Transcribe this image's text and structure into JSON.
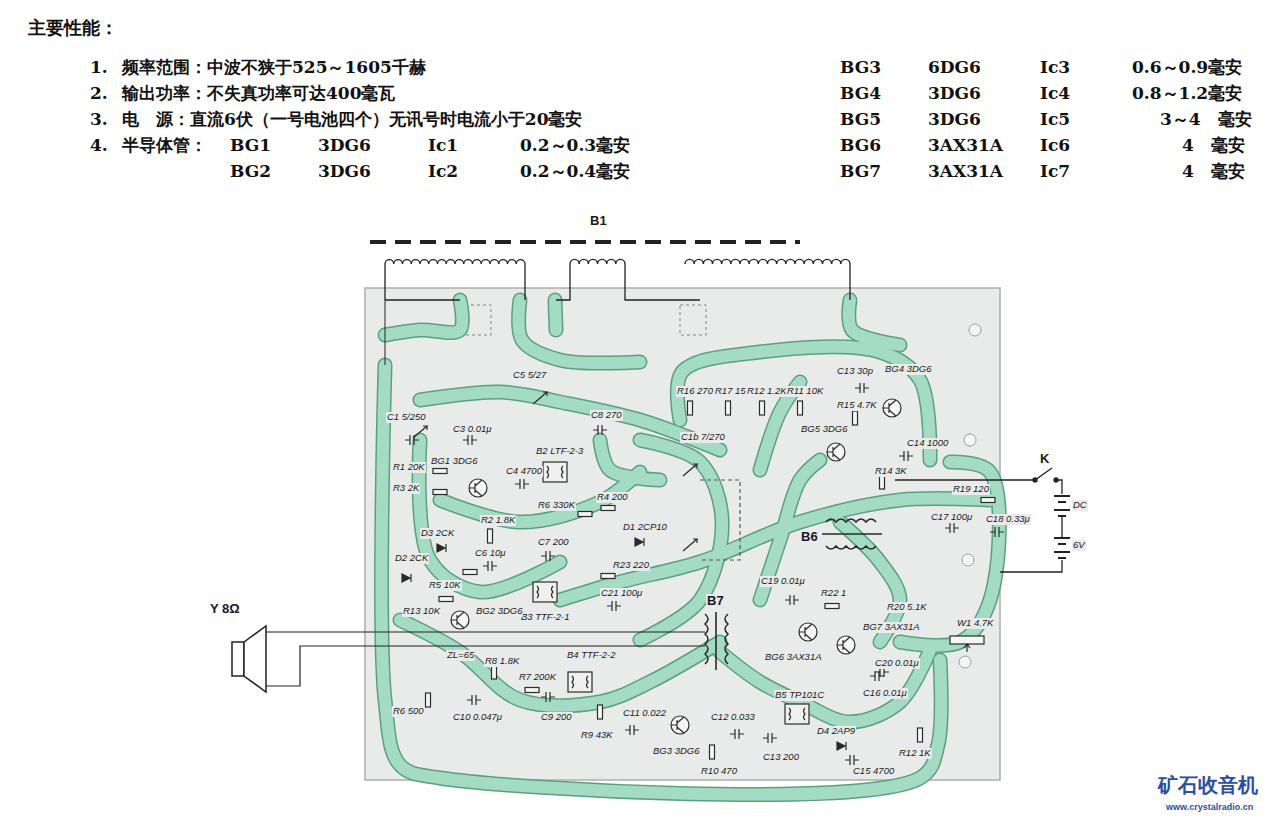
{
  "diagram": {
    "title": "主要性能：",
    "labels": [
      "1.",
      "频率范围：中波不狭于525～1605千赫",
      "BG3",
      "6DG6",
      "Ic3",
      "0.6～0.9毫安",
      "2.",
      "输出功率：不失真功率可达400毫瓦",
      "BG4",
      "3DG6",
      "Ic4",
      "0.8～1.2毫安",
      "3.",
      "电　源：直流6伏（一号电池四个）无讯号时电流小于20毫安",
      "BG5",
      "3DG6",
      "Ic5",
      "3～4　毫安",
      "4.",
      "半导体管：",
      "BG1",
      "3DG6",
      "Ic1",
      "0.2～0.3毫安",
      "BG6",
      "3AX31A",
      "Ic6",
      "4　毫安",
      "BG2",
      "3DG6",
      "Ic2",
      "0.2～0.4毫安",
      "BG7",
      "3AX31A",
      "Ic7",
      "4　毫安",
      "B1",
      "Y 8Ω",
      "K",
      "DC",
      "6V",
      "C1 5/250",
      "C3 0.01μ",
      "C5 5/27",
      "C8 270",
      "C1b 7/270",
      "R1 20K",
      "R3 2K",
      "BG1 3DG6",
      "C4 4700",
      "B2 LTF-2-3",
      "D3 2CK",
      "R2 1.8K",
      "D2 2CK",
      "C6 10μ",
      "R5 10K",
      "R6 330K",
      "C7 200",
      "R4 200",
      "D1 2CP10",
      "R23 220",
      "C21 100μ",
      "B3 TTF-2-1",
      "R13 10K",
      "BG2 3DG6",
      "ZL=65",
      "R8 1.8K",
      "R7 200K",
      "B4 TTF-2-2",
      "R6 500",
      "C10 0.047μ",
      "C9 200",
      "R9 43K",
      "C11 0.022",
      "BG3 3DG6",
      "C12 0.033",
      "R10 470",
      "C13 200",
      "B5 TP101C",
      "D4 2AP9",
      "C15 4700",
      "R12 1K",
      "C16 0.01μ",
      "B7",
      "B6",
      "C19 0.01μ",
      "R22 1",
      "R20 5.1K",
      "BG7 3AX31A",
      "BG6 3AX31A",
      "C20 0.01μ",
      "W1 4.7K",
      "R19 120",
      "C17 100μ",
      "C18 0.33μ",
      "R14 3K",
      "C14 1000",
      "BG4 3DG6",
      "R15 4.7K",
      "BG5 3DG6",
      "C13 30p",
      "R16 270",
      "R17 15",
      "R12 1.2K",
      "R11 10K",
      "矿石收音机",
      "www.crystalradio.cn"
    ]
  }
}
